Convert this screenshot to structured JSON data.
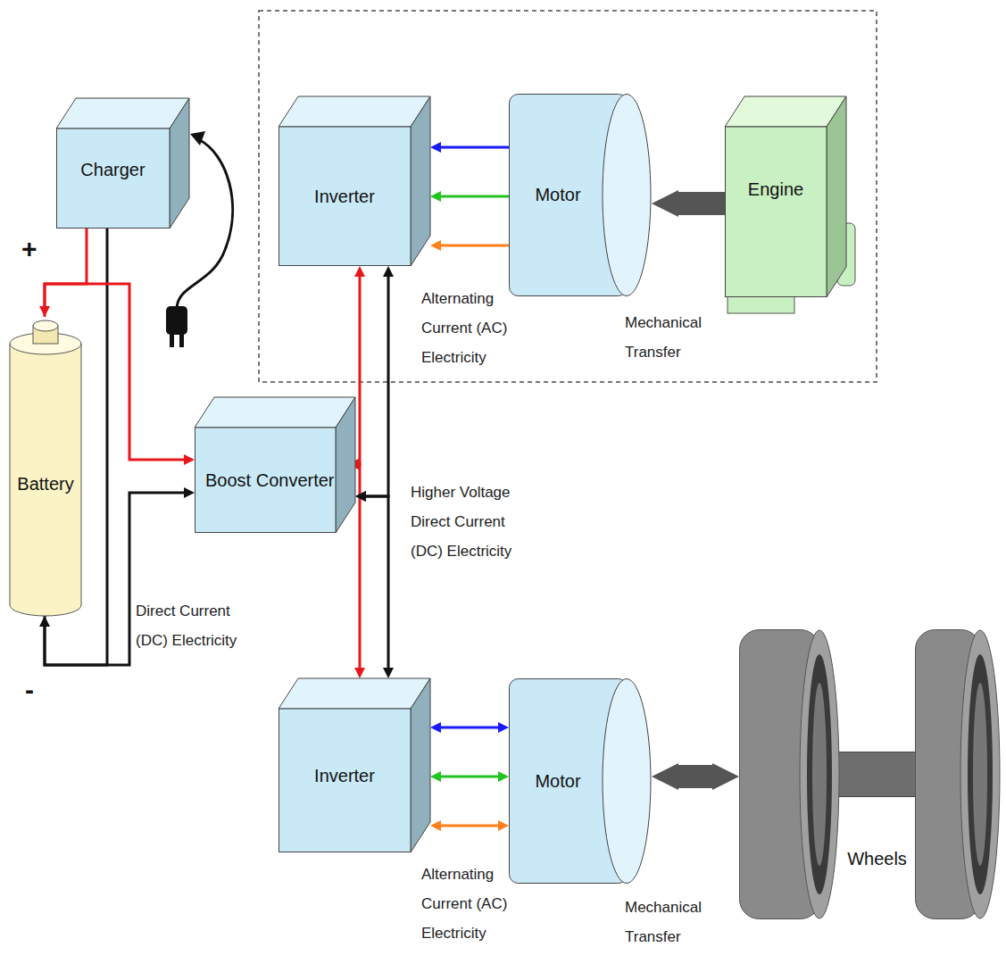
{
  "diagram": {
    "nodes": [
      {
        "text": [
          "Charger"
        ]
      },
      {
        "text": [
          "Inverter"
        ]
      },
      {
        "text": [
          "Motor"
        ]
      },
      {
        "text": [
          "Engine"
        ]
      },
      {
        "text": [
          "Battery"
        ]
      },
      {
        "text": [
          "Boost Converter"
        ]
      },
      {
        "text": [
          "Inverter"
        ]
      },
      {
        "text": [
          "Motor"
        ]
      },
      {
        "text": [
          "Wheels"
        ]
      }
    ],
    "edges": [
      {
        "from": 0,
        "to": 4,
        "arrow": "to"
      },
      {
        "from": 0,
        "to": 4,
        "arrow": "to"
      },
      {
        "from": 4,
        "to": 5,
        "arrow": "to"
      },
      {
        "from": 4,
        "to": 5,
        "arrow": "to"
      },
      {
        "from": 5,
        "to": 1,
        "arrow": "both"
      },
      {
        "from": 5,
        "to": 6,
        "arrow": "both"
      },
      {
        "from": 5,
        "to": 1,
        "arrow": "both"
      },
      {
        "from": 5,
        "to": 6,
        "arrow": "both"
      },
      {
        "from": 2,
        "to": 1,
        "arrow": "to"
      },
      {
        "from": 2,
        "to": 1,
        "arrow": "to"
      },
      {
        "from": 2,
        "to": 1,
        "arrow": "to"
      },
      {
        "from": 3,
        "to": 2,
        "arrow": "to"
      },
      {
        "from": 6,
        "to": 7,
        "arrow": "both"
      },
      {
        "from": 6,
        "to": 7,
        "arrow": "both"
      },
      {
        "from": 6,
        "to": 7,
        "arrow": "both"
      },
      {
        "from": 7,
        "to": 8,
        "arrow": "both"
      }
    ],
    "labels": [
      "+",
      "Alternating Current (AC) Electricity",
      "Mechanical Transfer",
      "Higher Voltage Direct Current (DC) Electricity",
      "Direct Current (DC) Electricity",
      "-",
      "Alternating Current (AC) Electricity",
      "Mechanical Transfer"
    ]
  }
}
